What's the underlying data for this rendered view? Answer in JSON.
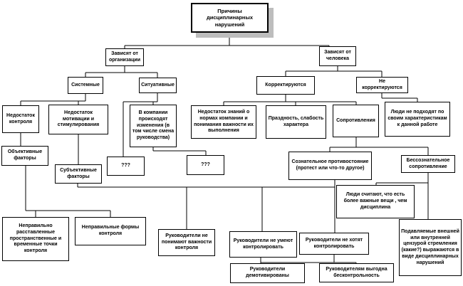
{
  "diagram": {
    "background_color": "#ffffff",
    "line_color": "#000000",
    "shadow_color": "#bdbdbd",
    "nodes": {
      "title": "Причины дисциплинарных нарушений",
      "dep_org": "Зависят от организации",
      "dep_person": "Зависят от человека",
      "systemic": "Системные",
      "situational": "Ситуативные",
      "corrected": "Корректируются",
      "not_corrected": "Не корректируются",
      "lack_control": "Недостаток контроля",
      "lack_motivation": "Недостаток мотивации и стимулирования",
      "company_changes": "В компании происходят изменения (в том числе смена руководства)",
      "lack_knowledge": "Недостаток знаний о нормах компании и понимания важности их выполнения",
      "idleness": "Праздность, слабость характера",
      "resistance": "Сопротивления",
      "people_not_suited": "Люди не подходят по своим характеристикам к данной работе",
      "objective_factors": "Объективные факторы",
      "subjective_factors": "Субъективные факторы",
      "q1": "???",
      "q2": "???",
      "conscious": "Сознательное противостояние (протест или что-то другое)",
      "unconscious": "Бессознательное сопротивление",
      "people_think": "Люди считают, что есть более важные вещи , чем дисциплина",
      "wrong_points": "Неправильно расставленные пространственные и временные точки контроля",
      "wrong_forms": "Неправильные формы контроля",
      "not_understand": "Руководители не понимают важности контроля",
      "cannot_control": "Руководители не умеют контролировать",
      "not_want": "Руководители не хотят контролировать",
      "demotivated": "Руководители демотивированы",
      "beneficial": "Руководителям выгодна бесконтрольность",
      "suppressed": "Подавляемые внешней или внутренней цензурой стремления (какие?) выражаются в виде дисциплинарных нарушений"
    }
  }
}
